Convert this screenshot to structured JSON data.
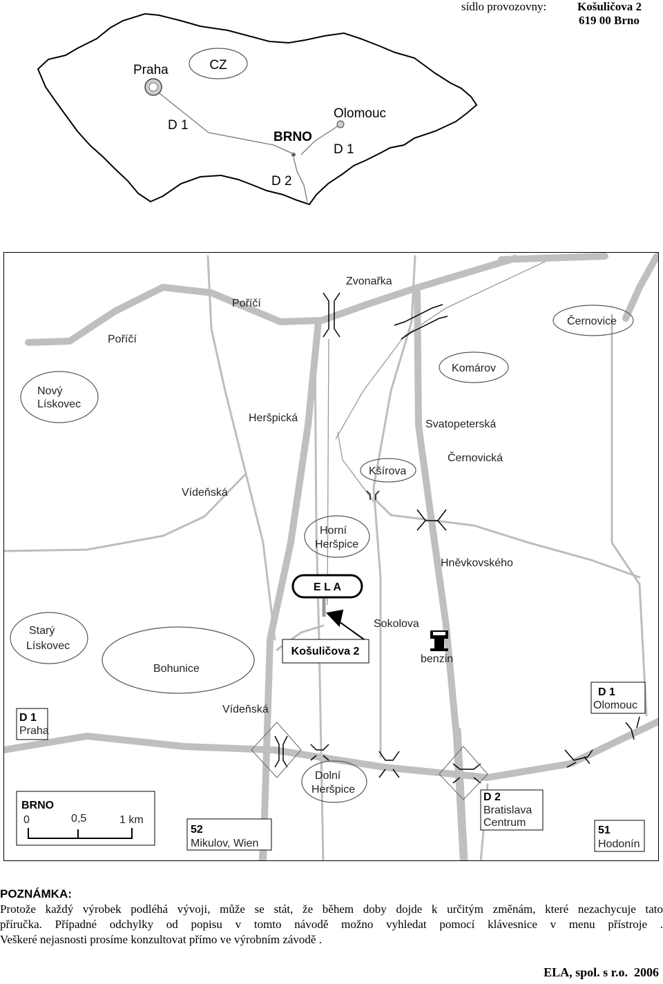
{
  "header": {
    "office_label": "sídlo provozovny:",
    "street": "Košuličova  2",
    "city": "619 00  Brno"
  },
  "overview_map": {
    "country_label": "CZ",
    "cities": {
      "praha": "Praha",
      "olomouc": "Olomouc",
      "brno": "BRNO"
    },
    "roads": {
      "d1_west": "D 1",
      "d1_east": "D 1",
      "d2": "D 2"
    }
  },
  "city_map": {
    "districts": {
      "novy_liskovec": [
        "Nový",
        "Lískovec"
      ],
      "stary_liskovec": [
        "Starý",
        "Lískovec"
      ],
      "bohunice": "Bohunice",
      "komarov": "Komárov",
      "kstirova": "Kšírova",
      "horni_herspice": [
        "Horní",
        "Heršpice"
      ],
      "dolni_herspice": [
        "Dolní",
        "Heršpice"
      ],
      "cernovice": "Černovice"
    },
    "streets": {
      "zvonarka": "Zvonařka",
      "porici_1": "Poříčí",
      "porici_2": "Poříčí",
      "herspicka": "Heršpická",
      "svatopeterska": "Svatopeterská",
      "cernovicka": "Černovická",
      "videnska_1": "Vídeňská",
      "videnska_2": "Vídeňská",
      "hnevkovskeho": "Hněvkovského",
      "sokolova": "Sokolova"
    },
    "destination": {
      "company": "E L A",
      "address": "Košuličova 2"
    },
    "poi": {
      "benzin": "benzin"
    },
    "exits": {
      "d1_praha": {
        "road": "D 1",
        "city": "Praha"
      },
      "d1_olomouc": {
        "road": "D 1",
        "city": "Olomouc"
      },
      "d2": {
        "road": "D 2",
        "cities": [
          "Bratislava",
          "Centrum"
        ]
      },
      "r52": {
        "road": "52",
        "cities": "Mikulov, Wien"
      },
      "r51": {
        "road": "51",
        "city": "Hodonín"
      }
    },
    "scale": {
      "title": "BRNO",
      "ticks": [
        "0",
        "0,5",
        "1 km"
      ]
    }
  },
  "note": {
    "title": "POZNÁMKA:",
    "lines": [
      "Protože každý výrobek podléhá vývoji, může se stát, že během doby dojde k určitým změnám, které nezachycuje tato",
      "příručka. Případné odchylky od popisu v tomto návodě možno vyhledat pomocí klávesnice v menu přístroje .",
      "Veškeré nejasnosti prosíme konzultovat přímo ve výrobním závodě ."
    ]
  },
  "footer": {
    "company": "ELA, spol. s r.o.",
    "year": "2006"
  },
  "colors": {
    "road_major": "#bfbfbf",
    "road_minor": "#bdbdbd",
    "ink": "#000000"
  }
}
